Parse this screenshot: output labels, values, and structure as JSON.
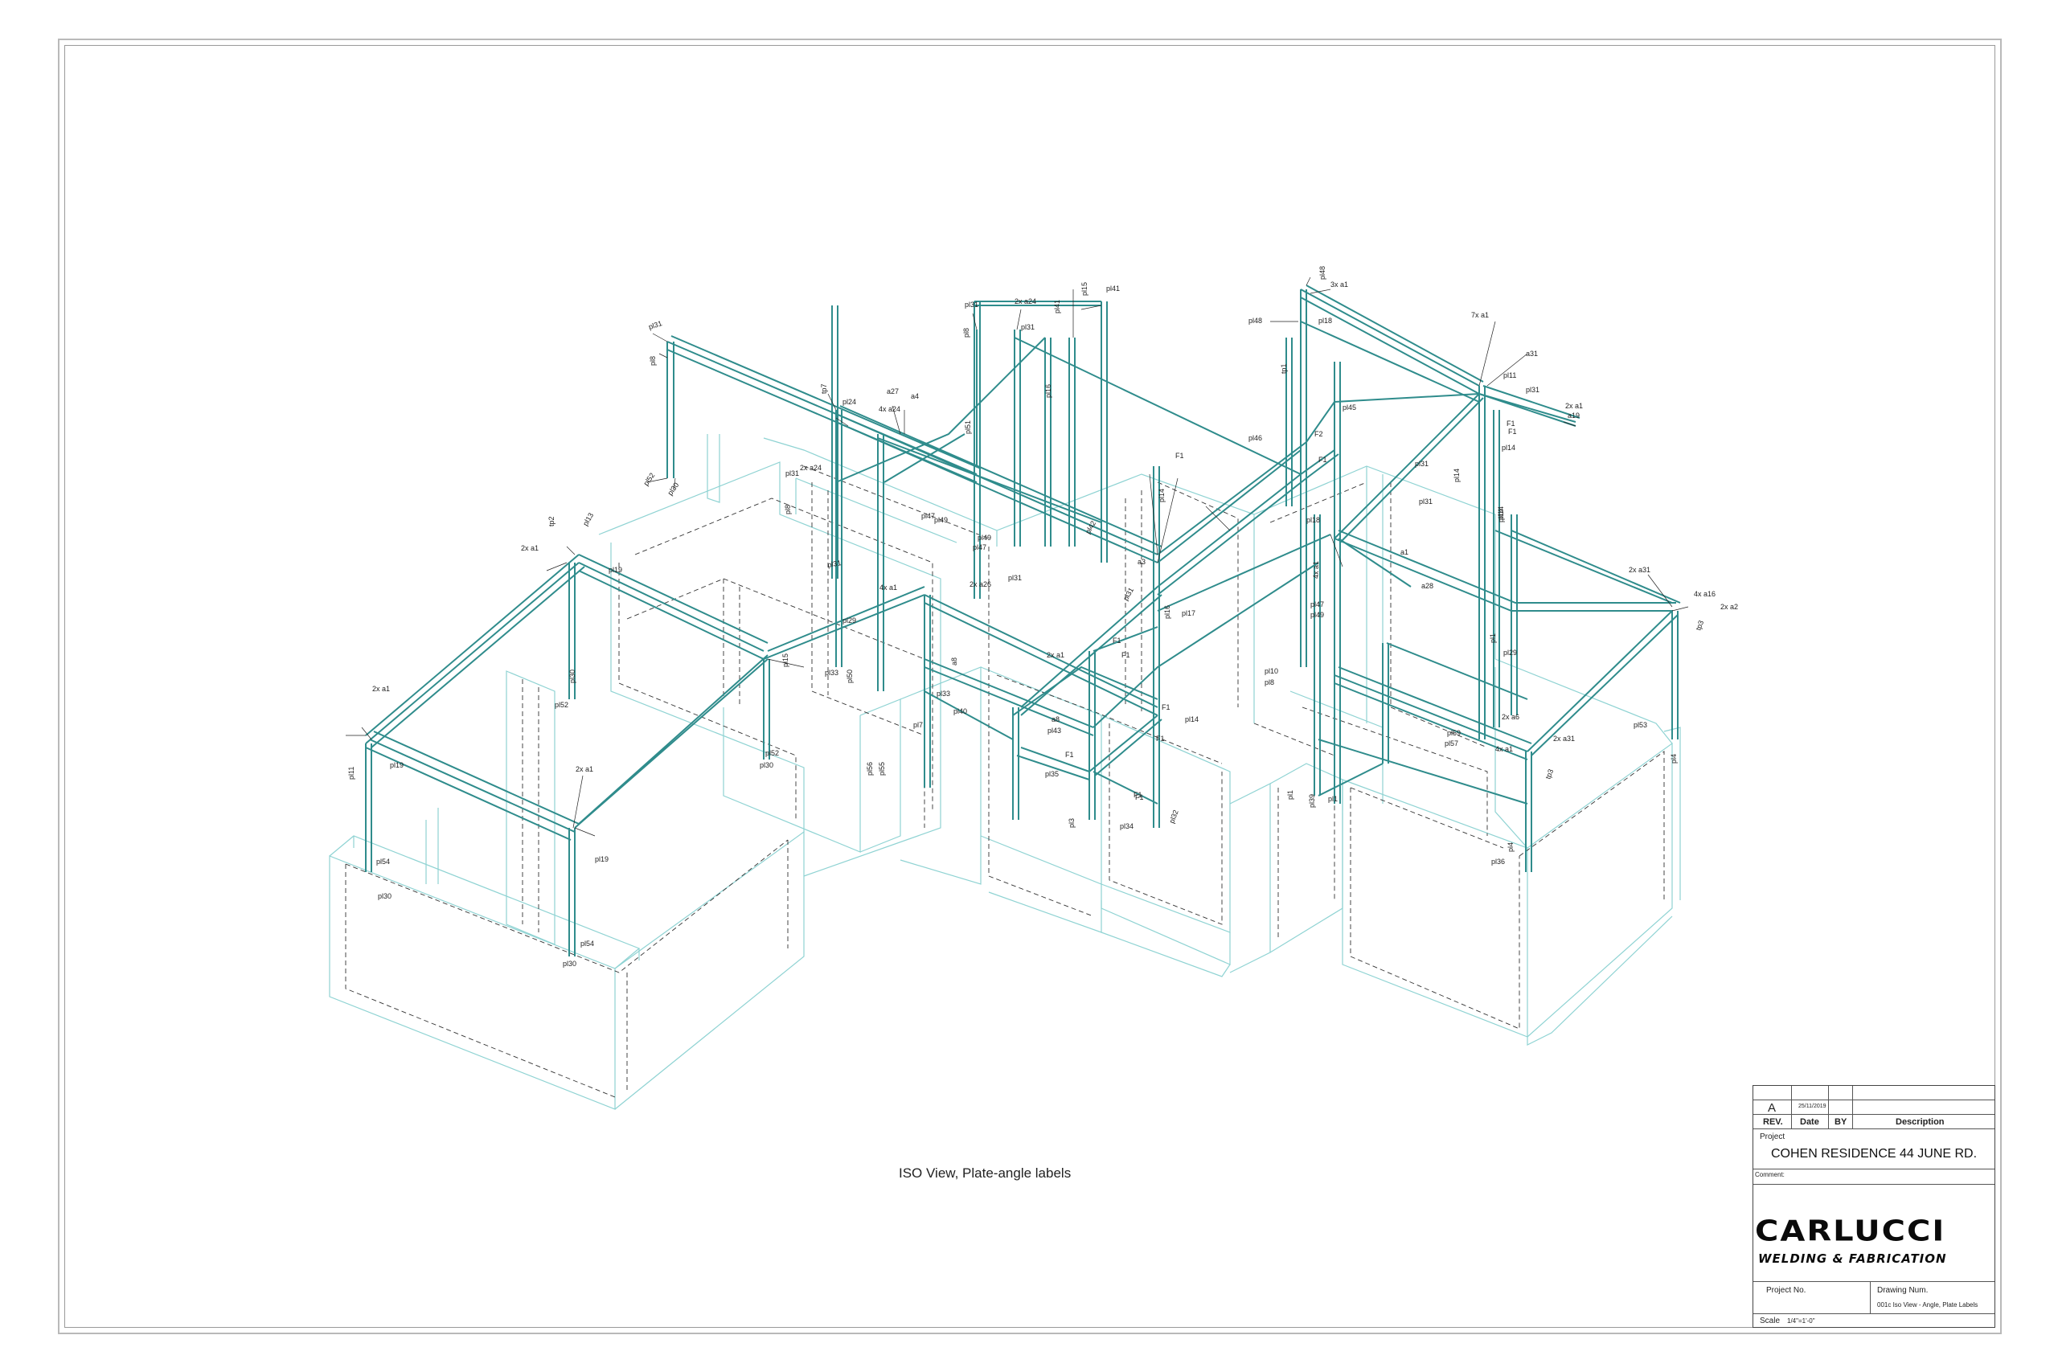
{
  "view_caption": "ISO View, Plate-angle labels",
  "colors": {
    "frame": "#2f8c8c",
    "frame_light": "#6ec3c3",
    "walls": "#8fd3d3",
    "hidden": "#333333",
    "border": "#b9b9b9"
  },
  "labels": {
    "l1": "pl31",
    "l2": "pl8",
    "l3": "pl52",
    "l4": "pl30",
    "l5": "2x a24",
    "l6": "pl31",
    "l7": "pl15",
    "l8": "pl41",
    "l9": "pl41",
    "l10": "pl31",
    "l11": "pl8",
    "l12": "pl16",
    "l13": "tp7",
    "l14": "pl24",
    "l15": "4x a24",
    "l16": "a27",
    "l17": "a4",
    "l18": "pl51",
    "l19": "2x a24",
    "l20": "pl31",
    "l21": "pl47",
    "l22": "pl49",
    "l23": "pl49",
    "l24": "pl47",
    "l25": "pl48",
    "l26": "3x a1",
    "l27": "pl48",
    "l28": "pl18",
    "l29": "7x a1",
    "l30": "a31",
    "l31": "pl11",
    "l32": "pl31",
    "l33": "2x a1",
    "l34": "a19",
    "l35": "F1",
    "l36": "F1",
    "l37": "pl14",
    "l38": "pl45",
    "l39": "pl46",
    "l40": "F2",
    "l41": "F1",
    "l42": "F1",
    "l43": "pl18",
    "l44": "4x a1",
    "l45": "a1",
    "l46": "a28",
    "l47": "pl14",
    "l48": "2x a31",
    "l49": "4x a16",
    "l50": "2x a2",
    "l51": "tp3",
    "l52": "2x a1",
    "l53": "tp2",
    "l54": "pl13",
    "l55": "pl19",
    "l56": "2x a1",
    "l57": "pl19",
    "l58": "pl11",
    "l59": "pl52",
    "l60": "pl30",
    "l61": "2x a1",
    "l62": "pl19",
    "l63": "pl54",
    "l64": "pl30",
    "l65": "pl54",
    "l66": "pl30",
    "l67": "4x a1",
    "l68": "2x a26",
    "l69": "pl31",
    "l70": "a8",
    "l71": "pl33",
    "l72": "pl40",
    "l73": "pl7",
    "l74": "a8",
    "l75": "pl43",
    "l76": "2x a1",
    "l77": "F1",
    "l78": "F1",
    "l79": "F1",
    "l80": "pl14",
    "l81": "F1",
    "l82": "pl35",
    "l83": "pl3",
    "l84": "pl34",
    "l85": "pl32",
    "l86": "F1",
    "l87": "pl10",
    "l88": "pl8",
    "l89": "pl1",
    "l90": "pl39",
    "l91": "pl1",
    "l92": "pl59",
    "l93": "pl57",
    "l94": "2x a6",
    "l95": "4x a1",
    "l96": "2x a31",
    "l97": "tp3",
    "l98": "pl53",
    "l99": "pl4",
    "l100": "pl36",
    "l101": "pl4",
    "l102": "pl29",
    "l103": "pl1",
    "l104": "pl14",
    "l105": "pl31",
    "l106": "pl14",
    "l107": "pl31",
    "l108": "pl14",
    "l109": "pl42",
    "l110": "a3",
    "l111": "pl17",
    "l112": "pl16",
    "l113": "pl31",
    "l114": "pl29",
    "l115": "pl33",
    "l116": "pl50",
    "l117": "pl8",
    "l118": "pl56",
    "l119": "pl55",
    "l120": "pl52",
    "l121": "pl30",
    "l122": "pl15",
    "l123": "tp1",
    "l124": "pl47",
    "l125": "pl49",
    "l126": "F1",
    "l127": "F1",
    "l128": "pl31"
  },
  "title_block": {
    "rev_value": "A",
    "date_value": "25/11/2019",
    "rev_label": "REV.",
    "date_label": "Date",
    "by_label": "BY",
    "description_label": "Description",
    "project_label": "Project",
    "project_name": "COHEN RESIDENCE 44 JUNE RD.",
    "comment_label": "Comment:",
    "logo_main": "CARLUCCI",
    "logo_sub": "WELDING & FABRICATION",
    "project_no_label": "Project No.",
    "drawing_num_label": "Drawing Num.",
    "drawing_num_value": "001c Iso View - Angle, Plate Labels",
    "scale_label": "Scale",
    "scale_value": "1/4\"=1'-0\""
  }
}
